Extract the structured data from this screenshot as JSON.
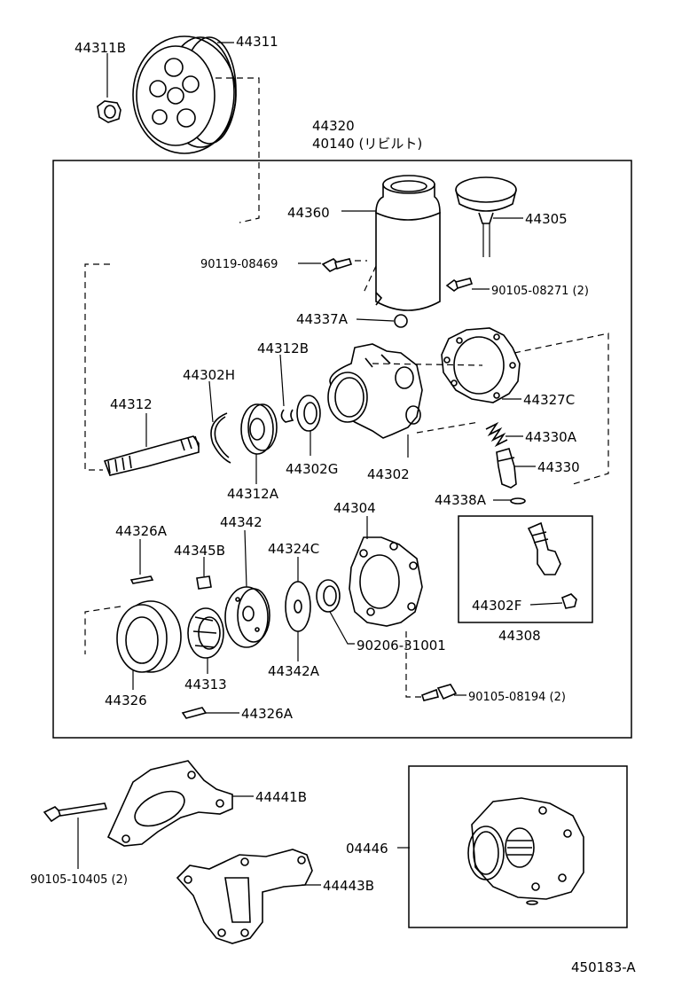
{
  "diagram_id": "450183-A",
  "assembly": {
    "part": "44320",
    "rebuilt": "40140 (リビルト)"
  },
  "labels": {
    "p44311B": "44311B",
    "p44311": "44311",
    "p44360": "44360",
    "p44305": "44305",
    "p90119_08469": "90119-08469",
    "p90105_08271": "90105-08271 (2)",
    "p44337A": "44337A",
    "p44312B": "44312B",
    "p44302H": "44302H",
    "p44312": "44312",
    "p44327C": "44327C",
    "p44330A": "44330A",
    "p44330": "44330",
    "p44302G": "44302G",
    "p44302": "44302",
    "p44312A": "44312A",
    "p44338A": "44338A",
    "p44326A_top": "44326A",
    "p44342": "44342",
    "p44304": "44304",
    "p44345B": "44345B",
    "p44324C": "44324C",
    "p44302F": "44302F",
    "p44308": "44308",
    "p90206_31001": "90206-31001",
    "p44313": "44313",
    "p44342A": "44342A",
    "p44326": "44326",
    "p90105_08194": "90105-08194 (2)",
    "p44326A_bot": "44326A",
    "p44441B": "44441B",
    "p04446": "04446",
    "p90105_10405": "90105-10405 (2)",
    "p44443B": "44443B"
  }
}
